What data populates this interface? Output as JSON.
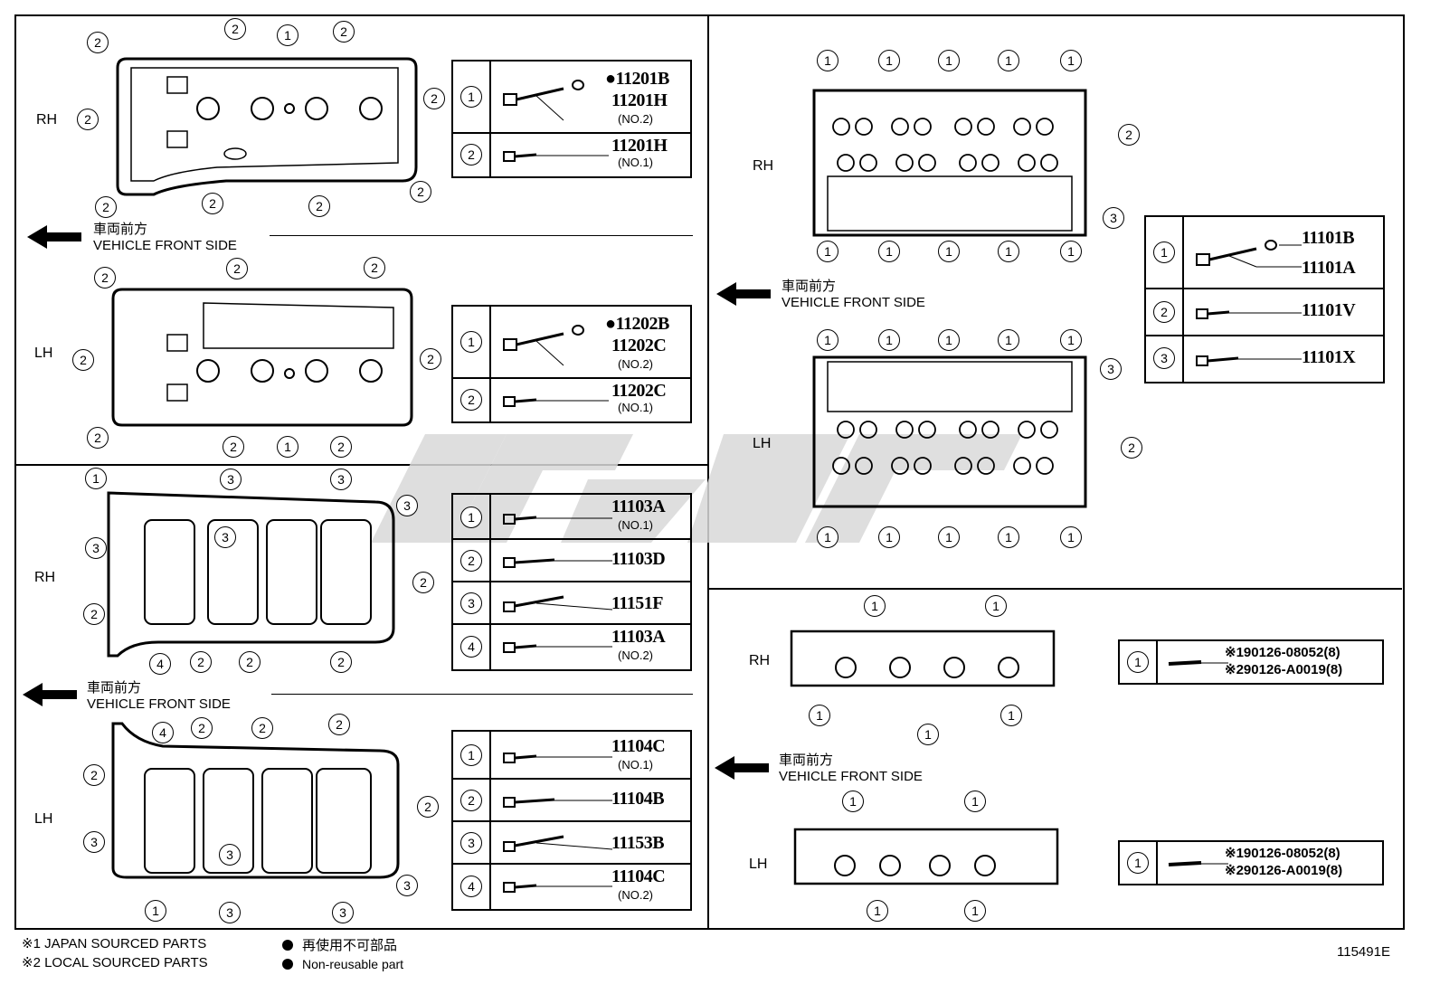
{
  "side_labels": {
    "rh": "RH",
    "lh": "LH"
  },
  "front_label": {
    "jp": "車両前方",
    "en": "VEHICLE FRONT SIDE"
  },
  "cover_rh": {
    "rows": [
      {
        "no": "1",
        "part": "11201H",
        "sub": "(NO.2)",
        "extra": "●11201B"
      },
      {
        "no": "2",
        "part": "11201H",
        "sub": "(NO.1)"
      }
    ]
  },
  "cover_lh": {
    "rows": [
      {
        "no": "1",
        "part": "11202C",
        "sub": "(NO.2)",
        "extra": "●11202B"
      },
      {
        "no": "2",
        "part": "11202C",
        "sub": "(NO.1)"
      }
    ]
  },
  "oilpan_rh": {
    "rows": [
      {
        "no": "1",
        "part": "11103A",
        "sub": "(NO.1)"
      },
      {
        "no": "2",
        "part": "11103D"
      },
      {
        "no": "3",
        "part": "11151F"
      },
      {
        "no": "4",
        "part": "11103A",
        "sub": "(NO.2)"
      }
    ]
  },
  "oilpan_lh": {
    "rows": [
      {
        "no": "1",
        "part": "11104C",
        "sub": "(NO.1)"
      },
      {
        "no": "2",
        "part": "11104B"
      },
      {
        "no": "3",
        "part": "11153B"
      },
      {
        "no": "4",
        "part": "11104C",
        "sub": "(NO.2)"
      }
    ]
  },
  "head": {
    "rows": [
      {
        "no": "1",
        "part": "11101A",
        "extra": "11101B"
      },
      {
        "no": "2",
        "part": "11101V"
      },
      {
        "no": "3",
        "part": "11101X"
      }
    ]
  },
  "stud_rh": {
    "no": "1",
    "line1": "※190126-08052(8)",
    "line2": "※290126-A0019(8)"
  },
  "stud_lh": {
    "no": "1",
    "line1": "※190126-08052(8)",
    "line2": "※290126-A0019(8)"
  },
  "footer": {
    "note1": "※1 JAPAN SOURCED PARTS",
    "note2": "※2 LOCAL SOURCED PARTS",
    "legend_jp": "再使用不可部品",
    "legend_en": "Non-reusable part",
    "drawing_no": "115491E"
  },
  "colors": {
    "line": "#000000",
    "watermark": "#d9d9d9"
  }
}
